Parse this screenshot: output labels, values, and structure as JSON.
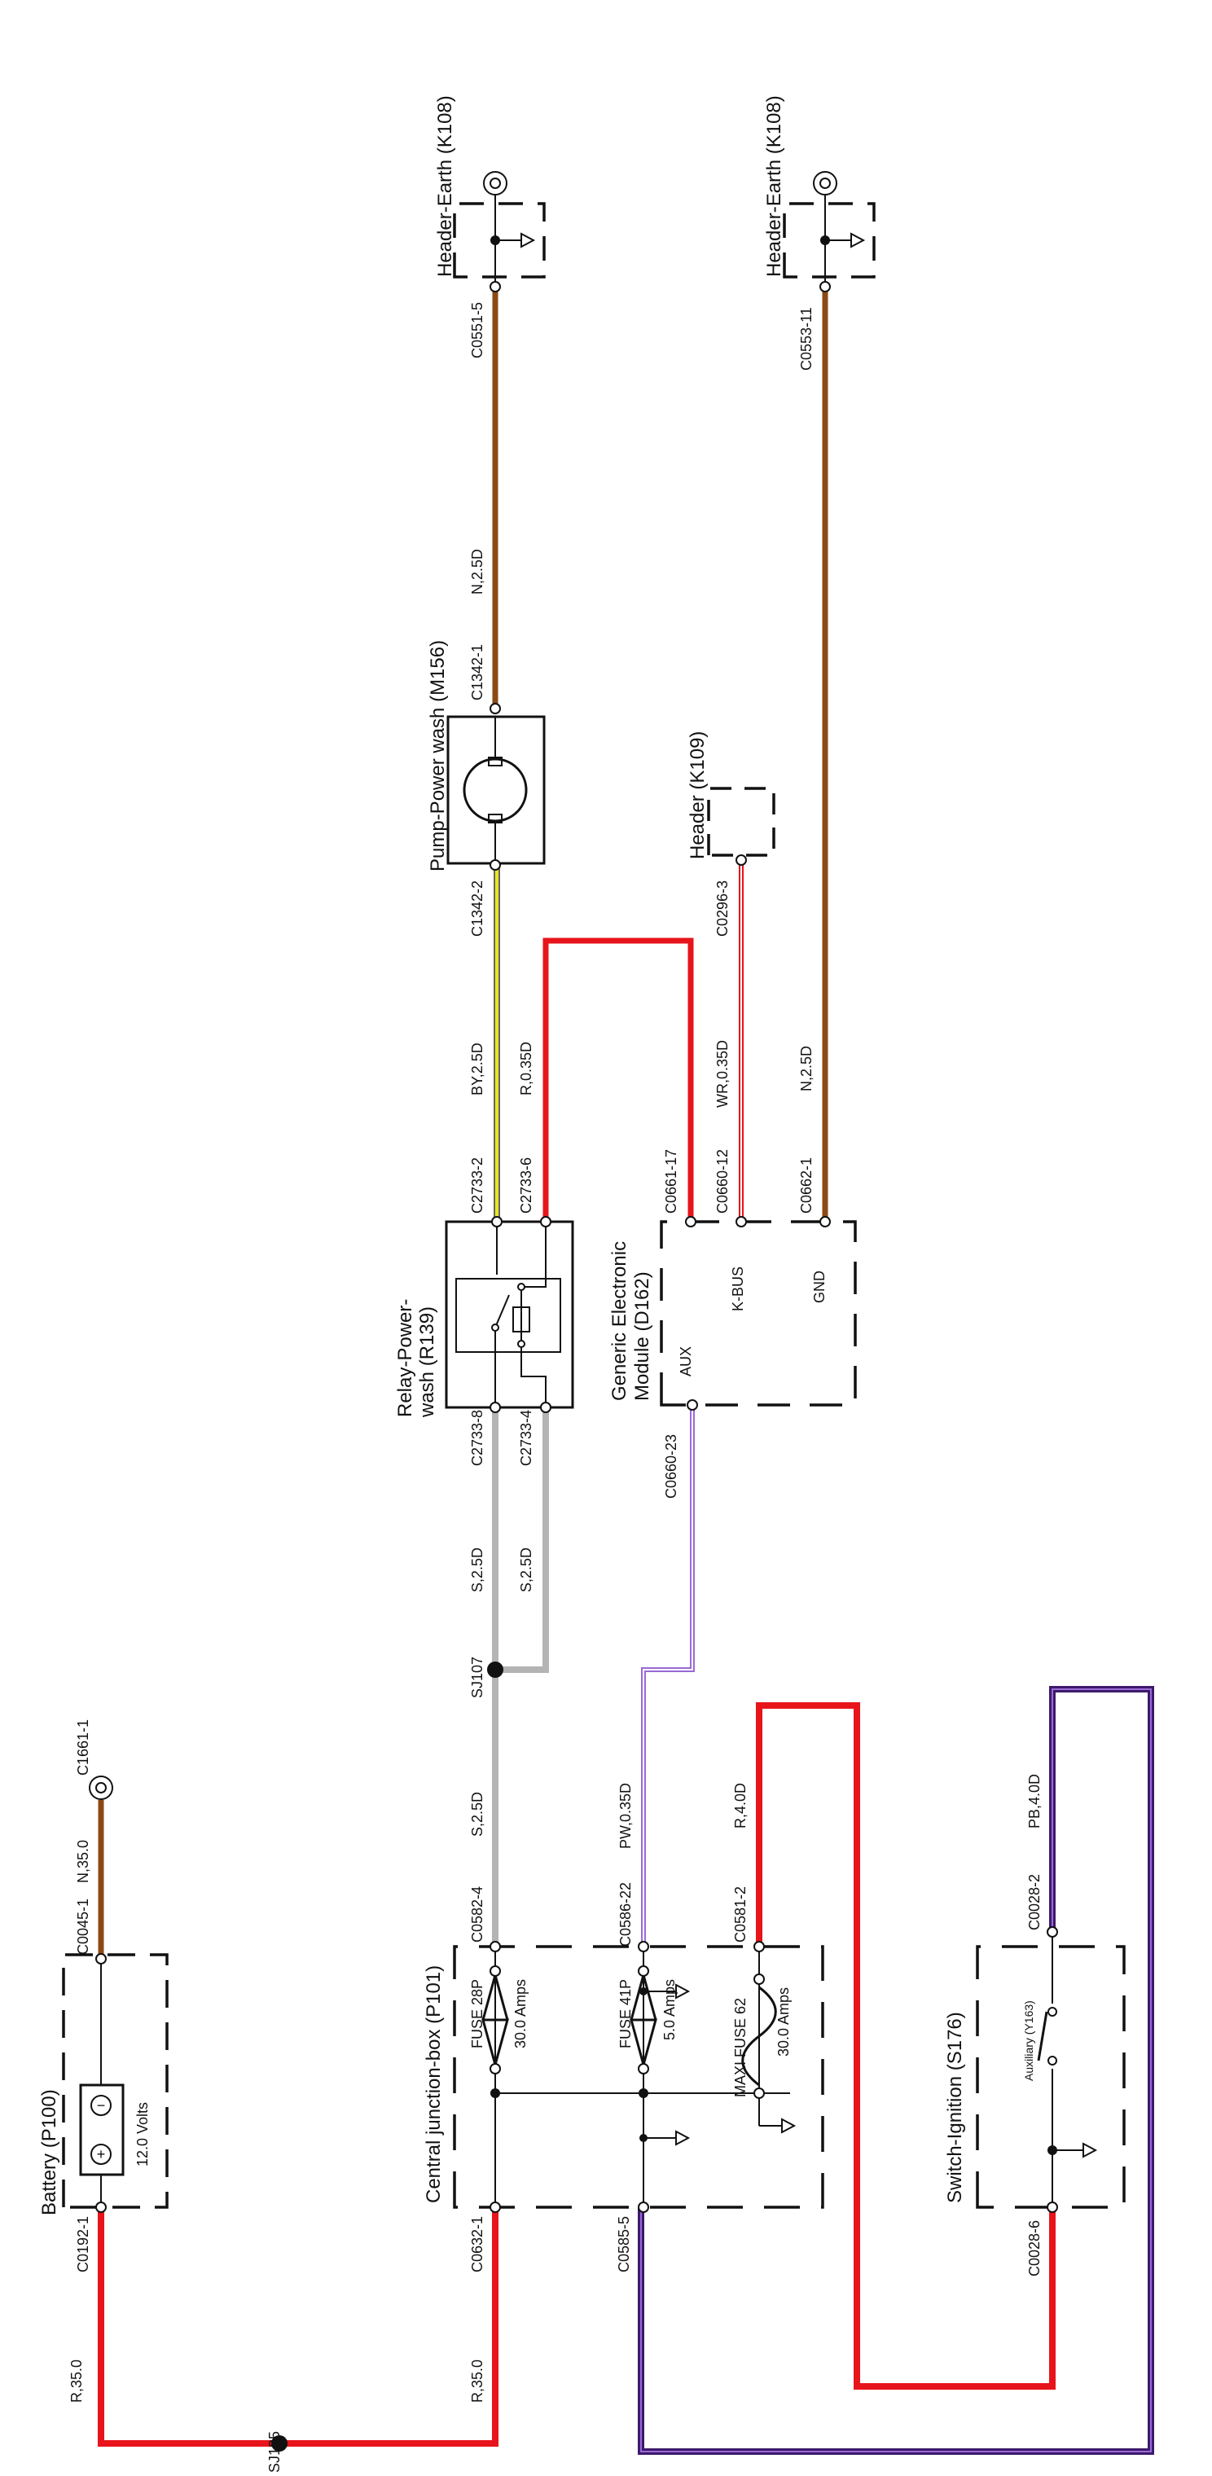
{
  "labels": {
    "battery_title": "Battery (P100)",
    "battery_volts": "12.0 Volts",
    "battery_c0192": "C0192-1",
    "battery_c0045": "C0045-1",
    "battery_c1661": "C1661-1",
    "wire_r350_left": "R,35.0",
    "wire_n350": "N,35.0",
    "splice_sj185": "SJ185",
    "cjb_title": "Central junction-box (P101)",
    "fuse28": "FUSE 28P",
    "fuse28_amps": "30.0 Amps",
    "fuse41": "FUSE 41P",
    "fuse41_amps": "5.0 Amps",
    "fuse62": "MAXI FUSE 62",
    "fuse62_amps": "30.0 Amps",
    "c0632": "C0632-1",
    "c0582": "C0582-4",
    "c0586": "C0586-22",
    "c0581": "C0581-2",
    "c0585": "C0585-5",
    "wire_r350_cjb": "R,35.0",
    "wire_s25_a": "S,2.5D",
    "wire_pw035": "PW,0.35D",
    "wire_r40": "R,4.0D",
    "splice_sj107": "SJ107",
    "wire_s25_b": "S,2.5D",
    "wire_s25_c": "S,2.5D",
    "relay_title_1": "Relay-Power-",
    "relay_title_2": "wash (R139)",
    "c2733_8": "C2733-8",
    "c2733_4": "C2733-4",
    "c2733_2": "C2733-2",
    "c2733_6": "C2733-6",
    "wire_by25": "BY,2.5D",
    "wire_r035": "R,0.35D",
    "pump_title": "Pump-Power wash (M156)",
    "c1342_2": "C1342-2",
    "c1342_1": "C1342-1",
    "wire_n25_pump": "N,2.5D",
    "c0551": "C0551-5",
    "earth1_title": "Header-Earth (K108)",
    "gem_title_1": "Generic Electronic",
    "gem_title_2": "Module (D162)",
    "gem_aux": "AUX",
    "gem_kbus": "K-BUS",
    "gem_gnd": "GND",
    "c0660_23": "C0660-23",
    "c0661_17": "C0661-17",
    "c0660_12": "C0660-12",
    "c0662_1": "C0662-1",
    "wire_wr035": "WR,0.35D",
    "wire_n25_gem": "N,2.5D",
    "header_title": "Header (K109)",
    "c0296": "C0296-3",
    "c0553": "C0553-11",
    "earth2_title": "Header-Earth (K108)",
    "switch_title": "Switch-Ignition (S176)",
    "switch_aux": "Auxiliary (Y163)",
    "c0028_2": "C0028-2",
    "c0028_6": "C0028-6",
    "wire_pb40": "PB,4.0D"
  },
  "colors": {
    "red": "#e8141b",
    "brown": "#8b4a14",
    "grey": "#b4b4b4",
    "yellow": "#e8e61e",
    "violet": "#9a6ad6",
    "purple": "#3d1a6b",
    "black": "#111111"
  }
}
